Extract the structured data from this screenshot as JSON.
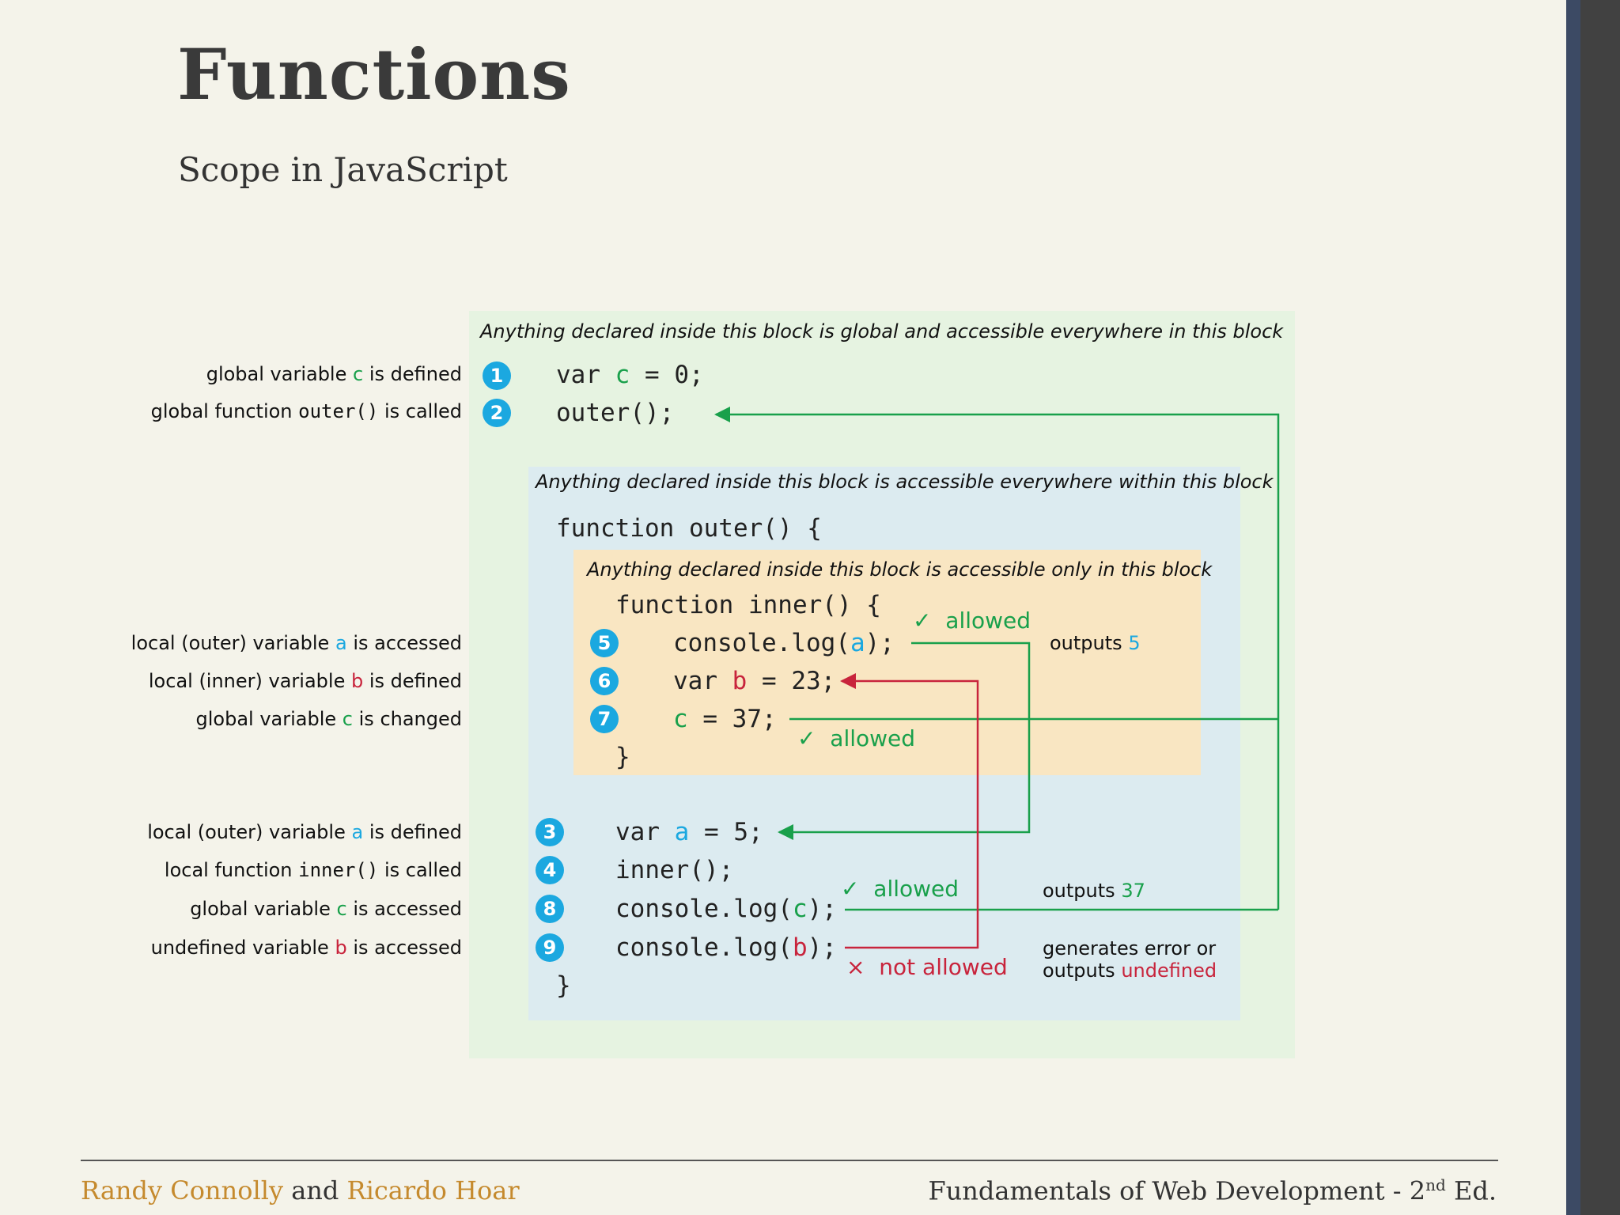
{
  "slide": {
    "title": "Functions",
    "subtitle": "Scope in JavaScript"
  },
  "colors": {
    "green": "#19a04b",
    "blue": "#1ba8e0",
    "red": "#c8243c",
    "global_block": "#e6f3e1",
    "outer_block": "#dcebf0",
    "inner_block": "#f9e6c2",
    "author": "#c58a2e"
  },
  "blocks": {
    "global_caption": "Anything declared inside this block is global and accessible everywhere in this block",
    "outer_caption": "Anything declared inside this block is accessible everywhere within this block",
    "inner_caption": "Anything declared inside this block is accessible only in this block"
  },
  "steps": [
    "1",
    "2",
    "3",
    "4",
    "5",
    "6",
    "7",
    "8",
    "9"
  ],
  "code": {
    "var_kw": "var",
    "c": "c",
    "a": "a",
    "b": "b",
    "eq0": "= 0;",
    "outer_call": "outer();",
    "outer_def": "function outer() {",
    "inner_def": "function inner() {",
    "console_open": "console.log(",
    "console_close": ");",
    "eq23": "= 23;",
    "eq37": "= 37;",
    "eq5": "= 5;",
    "inner_call": "inner();",
    "close_brace": "}"
  },
  "labels": {
    "l1_pre": "global variable",
    "l1_var": "c",
    "l1_post": "is defined",
    "l2_pre": "global function",
    "l2_fn": "outer()",
    "l2_post": "is called",
    "l5_pre": "local (outer) variable",
    "l5_var": "a",
    "l5_post": "is accessed",
    "l6_pre": "local (inner) variable",
    "l6_var": "b",
    "l6_post": "is defined",
    "l7_pre": "global variable",
    "l7_var": "c",
    "l7_post": "is changed",
    "l3_pre": "local (outer) variable",
    "l3_var": "a",
    "l3_post": "is defined",
    "l4_pre": "local function",
    "l4_fn": "inner()",
    "l4_post": "is called",
    "l8_pre": "global variable",
    "l8_var": "c",
    "l8_post": "is accessed",
    "l9_pre": "undefined variable",
    "l9_var": "b",
    "l9_post": "is accessed"
  },
  "annotations": {
    "check": "✓",
    "cross": "×",
    "allowed": "allowed",
    "not_allowed": "not allowed",
    "outputs": "outputs",
    "out5": "5",
    "out37": "37",
    "error_line1": "generates error or",
    "error_line2_pre": "outputs",
    "undefined": "undefined"
  },
  "footer": {
    "author1": "Randy Connolly",
    "and": "and",
    "author2": "Ricardo Hoar",
    "book": "Fundamentals of Web Development - 2",
    "sup": "nd",
    "edition": "Ed."
  }
}
